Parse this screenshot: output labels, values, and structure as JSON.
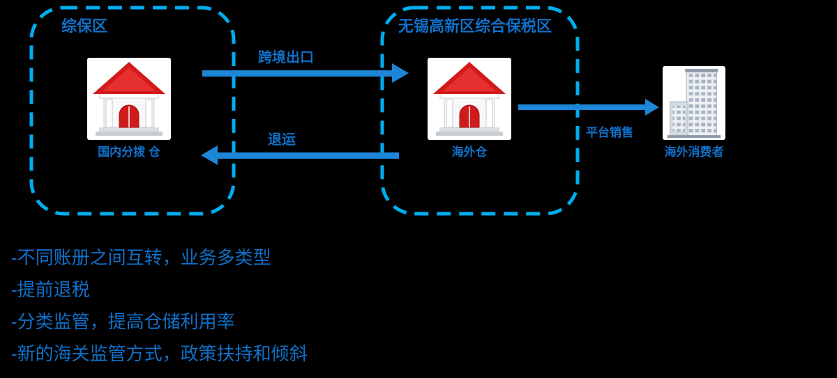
{
  "colors": {
    "background": "#000000",
    "zone_border": "#00AEEF",
    "text_blue": "#1070C8",
    "arrow_blue": "#1E86D6",
    "icon_panel": "#FFFFFF",
    "house_roof_red": "#D31A1A",
    "building_gray": "#A9B4C4"
  },
  "zones": {
    "left": {
      "label": "综保区"
    },
    "middle": {
      "label": "无锡高新区综合保税区"
    }
  },
  "nodes": {
    "domestic_warehouse": {
      "label": "国内分拨 仓",
      "icon": "house-icon"
    },
    "overseas_warehouse": {
      "label": "海外仓",
      "icon": "house-icon"
    },
    "overseas_consumer": {
      "label": "海外消费者",
      "icon": "building-icon"
    }
  },
  "arrows": {
    "export": {
      "label": "跨境出口",
      "direction": "right"
    },
    "return": {
      "label": "退运",
      "direction": "left"
    },
    "platform_sales": {
      "label": "平台销售",
      "direction": "right"
    }
  },
  "notes": [
    "-不同账册之间互转，业务多类型",
    "-提前退税",
    "-分类监管，提高仓储利用率",
    "-新的海关监管方式，政策扶持和倾斜"
  ]
}
